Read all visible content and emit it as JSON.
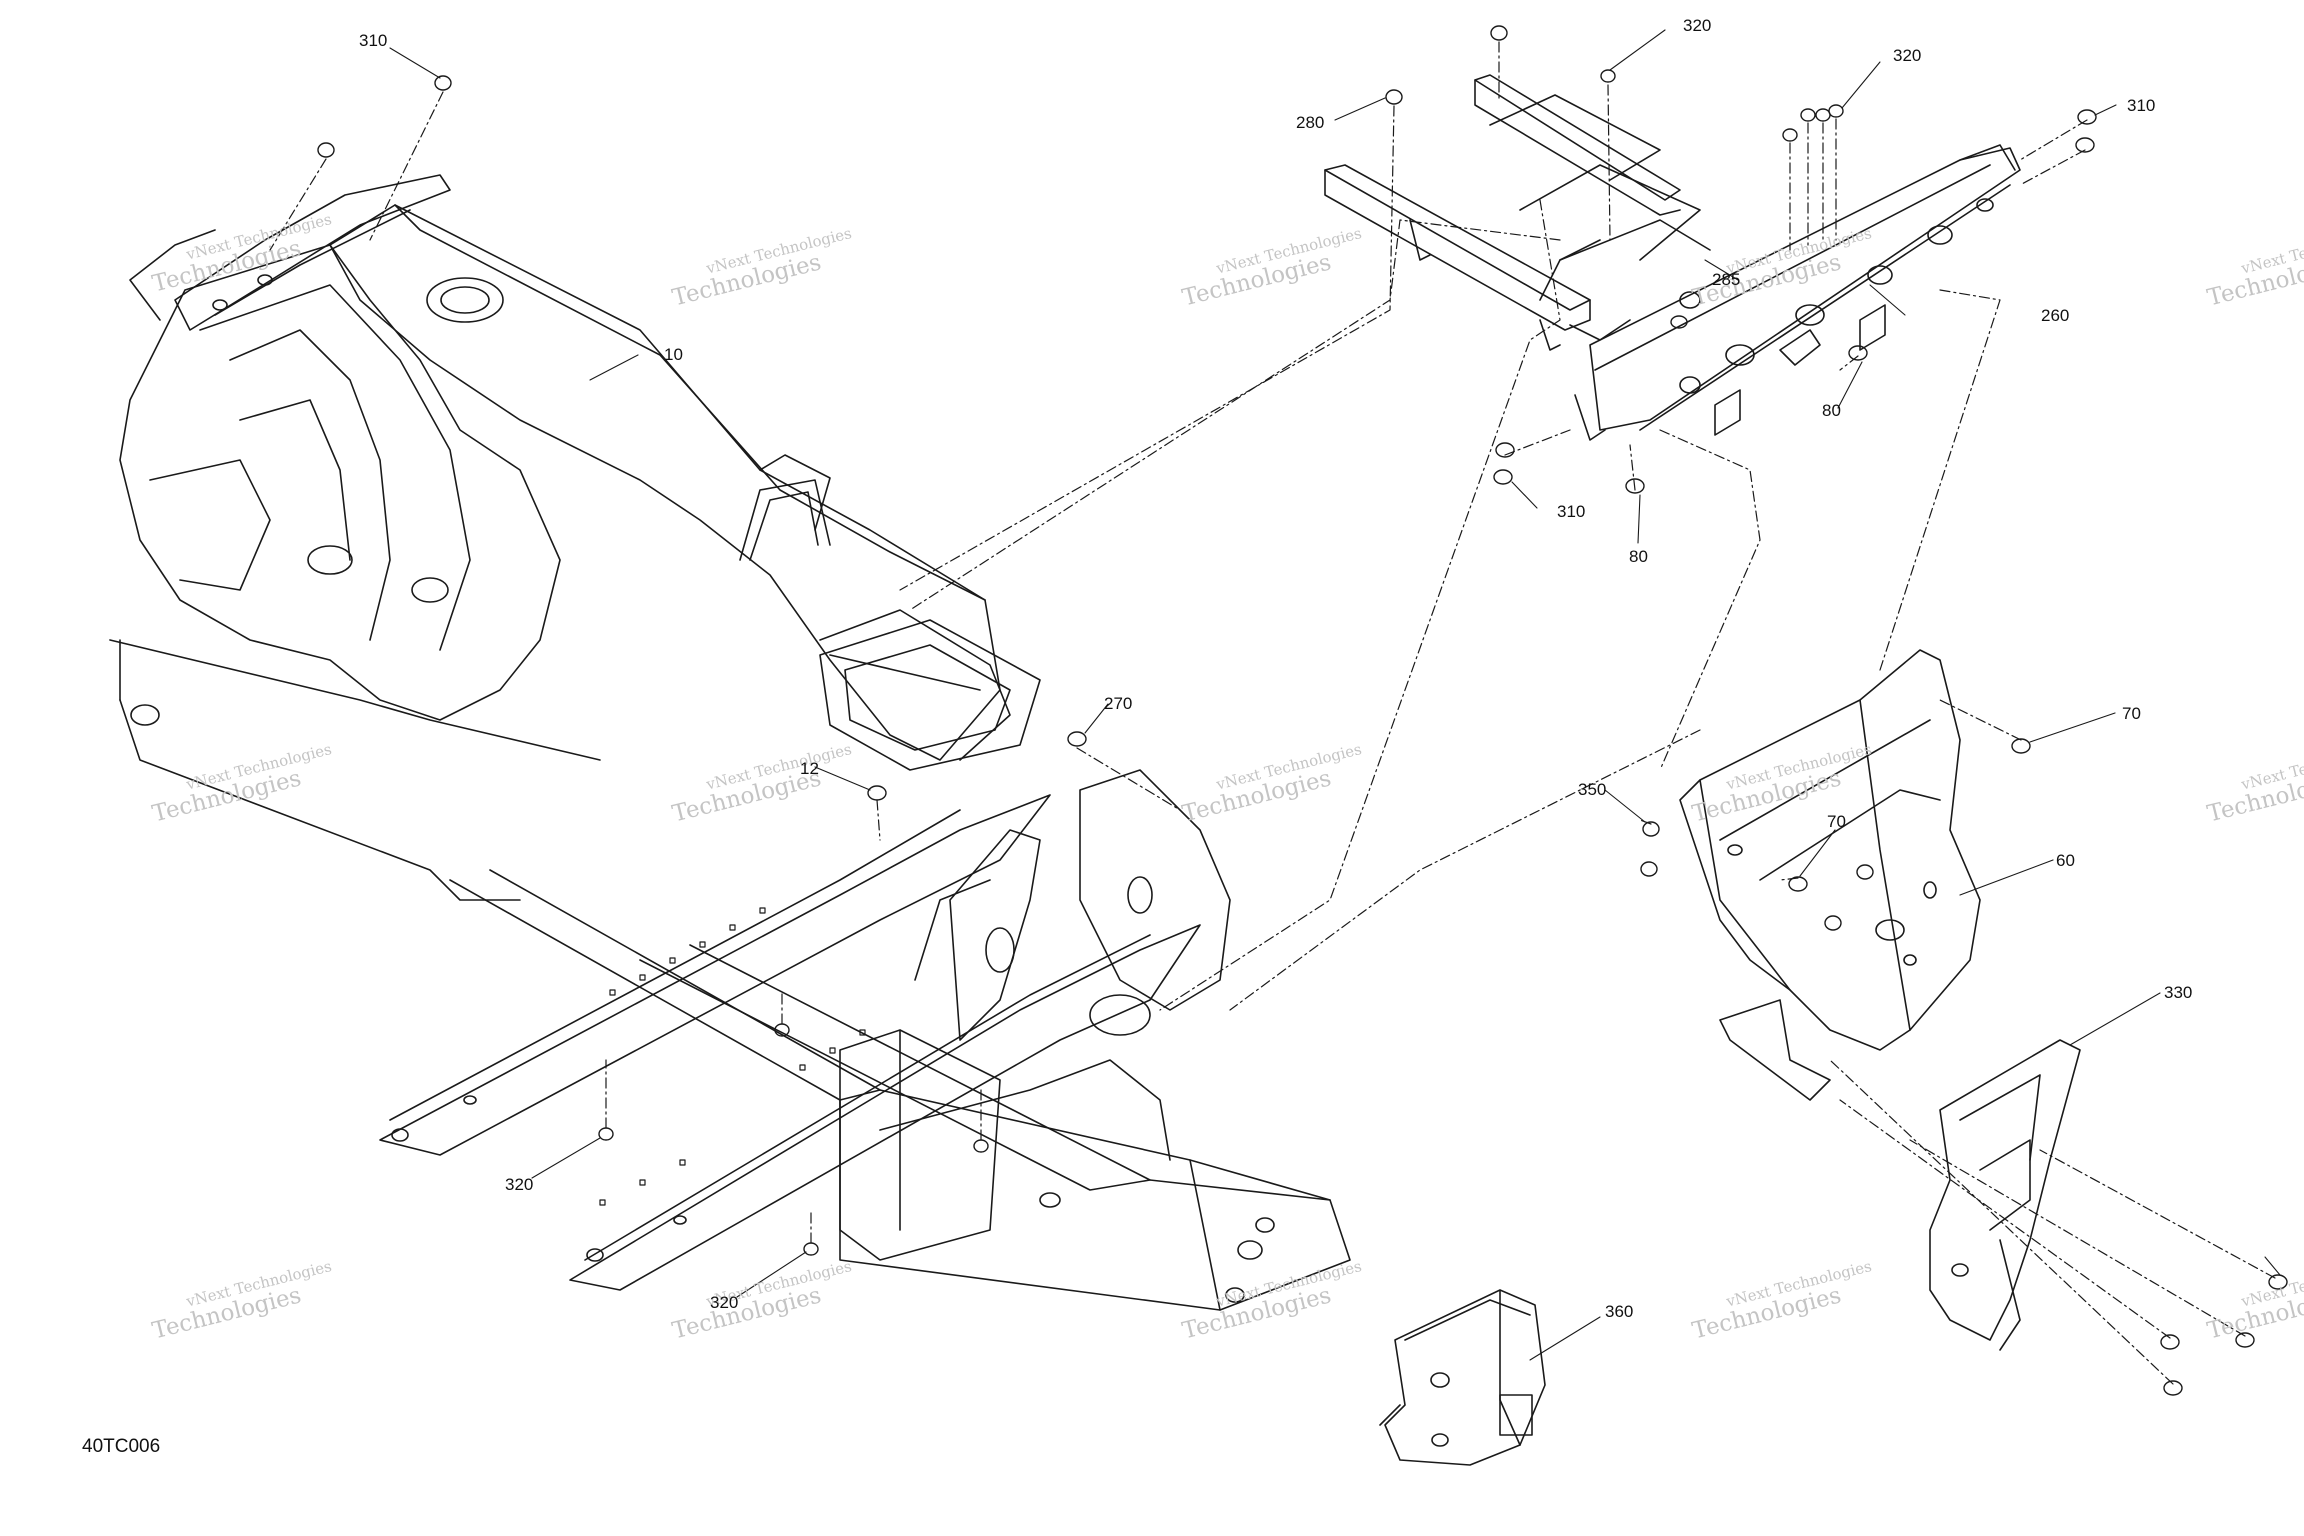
{
  "figure_ref": "40TC006",
  "watermark": {
    "line1": "vNext Technologies",
    "line2": "Technologies"
  },
  "callouts": {
    "c310_top_left": "310",
    "c10": "10",
    "c280": "280",
    "c320_top": "320",
    "c320_top_right": "320",
    "c310_top_right": "310",
    "c285": "285",
    "c260": "260",
    "c80_upper": "80",
    "c310_mid": "310",
    "c80_lower": "80",
    "c270": "270",
    "c12": "12",
    "c70_right": "70",
    "c350": "350",
    "c70_center": "70",
    "c60": "60",
    "c330": "330",
    "c320_bottom_left": "320",
    "c320_bottom_center": "320",
    "c360": "360"
  },
  "colors": {
    "line": "#1a1a1a",
    "watermark": "#c4c4c4",
    "background": "#ffffff"
  }
}
